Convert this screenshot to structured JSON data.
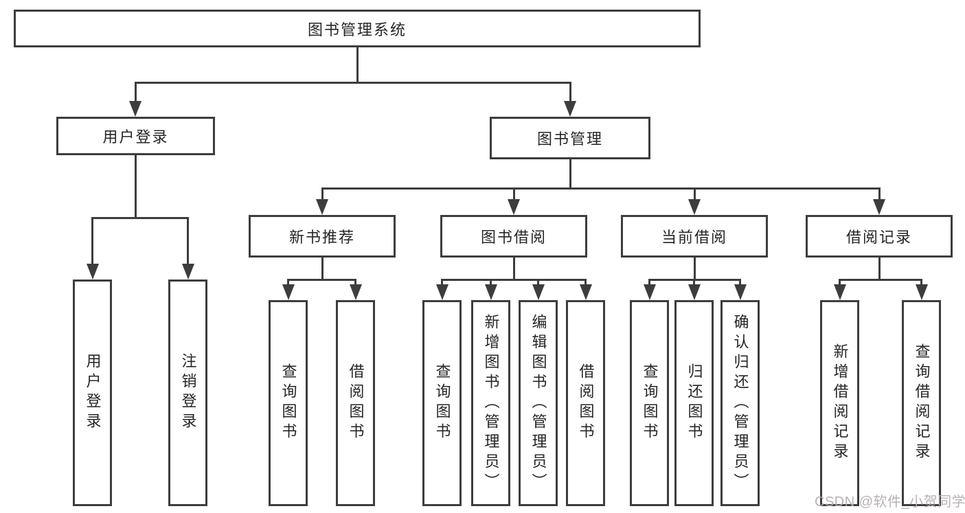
{
  "watermark": "CSDN @软件_小贺同学",
  "colors": {
    "line": "#3d3d3d",
    "text": "#262626",
    "watermark": "#b4acac",
    "background": "#ffffff"
  },
  "tree": {
    "label": "图书管理系统",
    "children": [
      {
        "label": "用户登录",
        "children": [
          {
            "label": "用户登录"
          },
          {
            "label": "注销登录"
          }
        ]
      },
      {
        "label": "图书管理",
        "children": [
          {
            "label": "新书推荐",
            "children": [
              {
                "label": "查询图书"
              },
              {
                "label": "借阅图书"
              }
            ]
          },
          {
            "label": "图书借阅",
            "children": [
              {
                "label": "查询图书"
              },
              {
                "label": "新增图书（管理员）"
              },
              {
                "label": "编辑图书（管理员）"
              },
              {
                "label": "借阅图书"
              }
            ]
          },
          {
            "label": "当前借阅",
            "children": [
              {
                "label": "查询图书"
              },
              {
                "label": "归还图书"
              },
              {
                "label": "确认归还（管理员）"
              }
            ]
          },
          {
            "label": "借阅记录",
            "children": [
              {
                "label": "新增借阅记录"
              },
              {
                "label": "查询借阅记录"
              }
            ]
          }
        ]
      }
    ]
  }
}
